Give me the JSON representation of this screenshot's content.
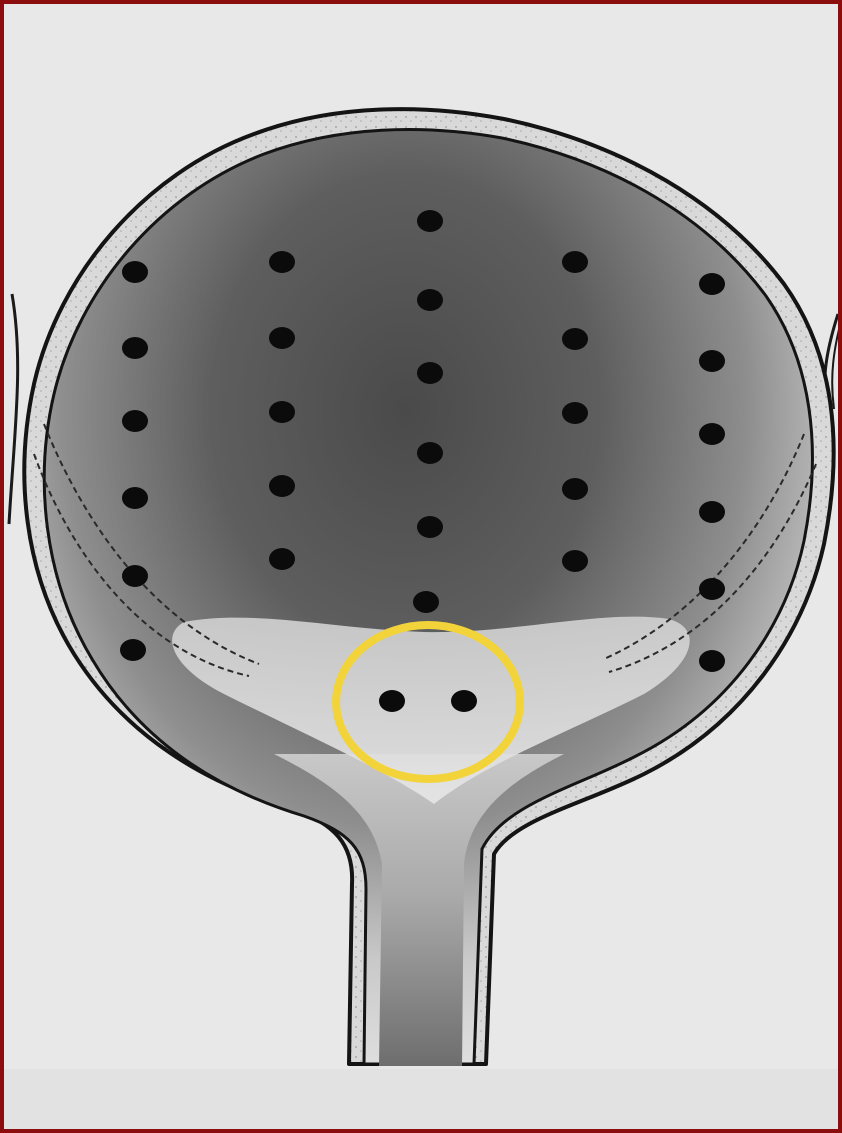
{
  "figure": {
    "kind": "bladder-cross-section-illustration",
    "has_text": false,
    "colors": {
      "frame_border": "#8b0d0d",
      "background": "#e7e7e7",
      "highlight_circle": "#f2d43a",
      "dots": "#0b0b0b",
      "wall_outline": "#141414",
      "wall_fill": "#d8d8d8"
    }
  },
  "injection_sites": {
    "dome_columns": [
      {
        "column": "far-left",
        "count": 6
      },
      {
        "column": "left",
        "count": 5
      },
      {
        "column": "center",
        "count": 6
      },
      {
        "column": "right",
        "count": 5
      },
      {
        "column": "far-right",
        "count": 6
      }
    ],
    "trigone_highlighted_count": 2,
    "total": 30
  },
  "annotation": {
    "shape": "ellipse",
    "color": "#f2d43a",
    "marks": "trigone-injection-sites"
  }
}
